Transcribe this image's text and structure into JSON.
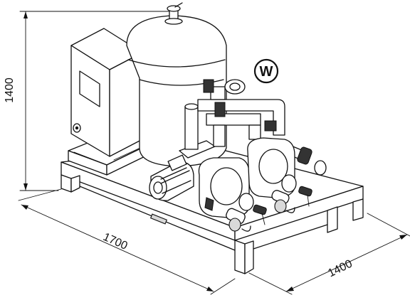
{
  "dimensions": {
    "height_label": "1400",
    "length_label": "1700",
    "width_label": "1400"
  },
  "marker": {
    "letter": "W"
  }
}
